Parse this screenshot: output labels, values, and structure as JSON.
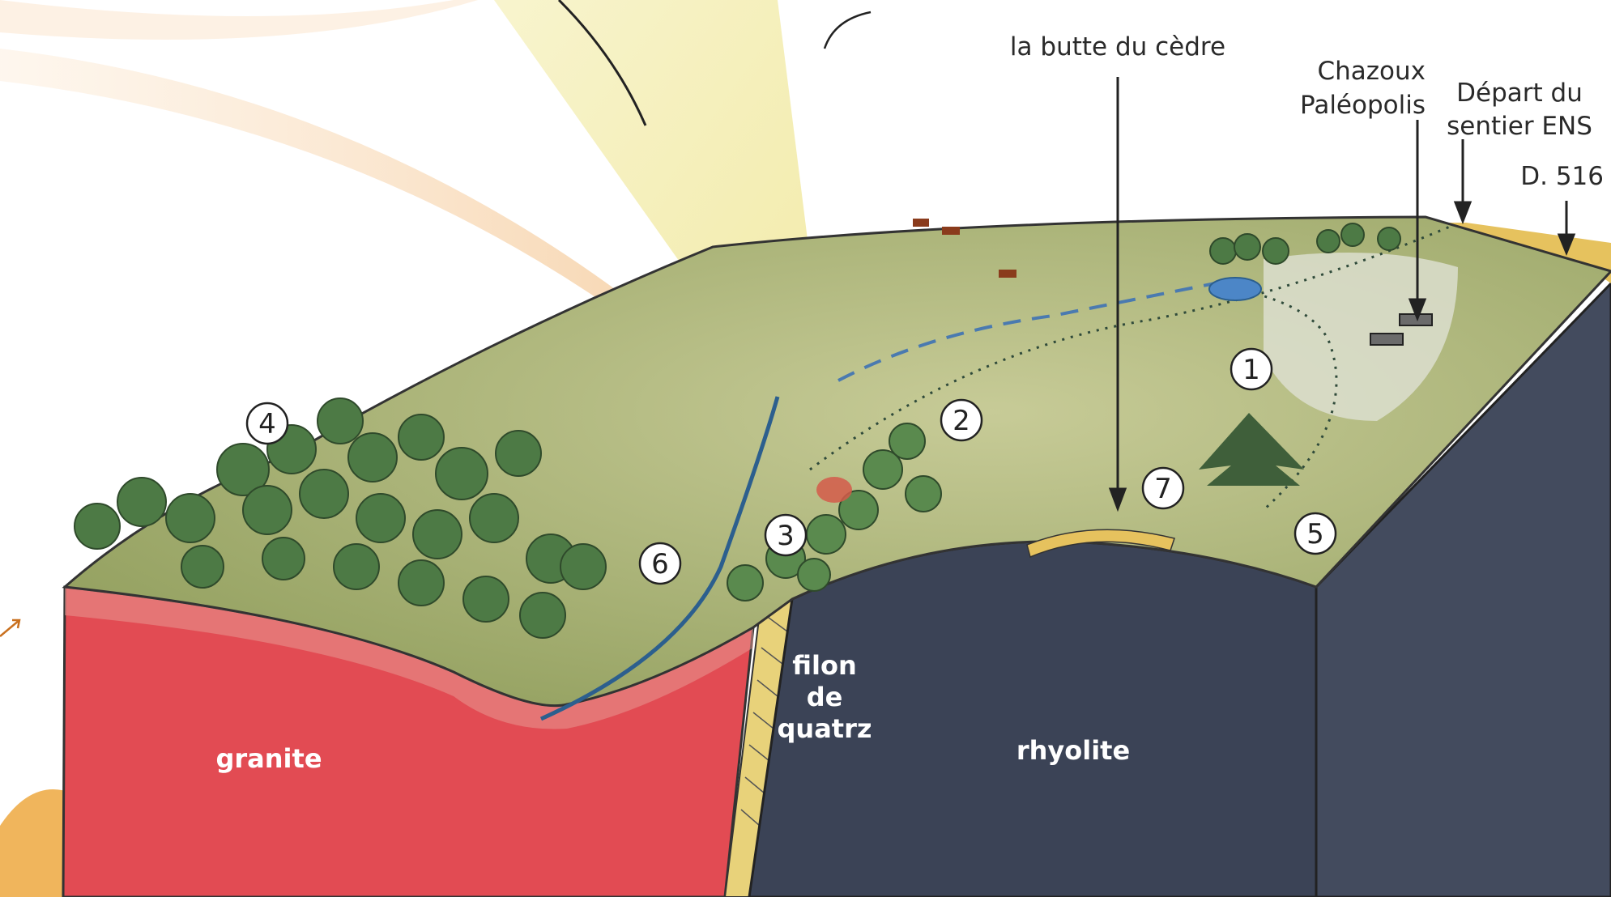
{
  "callouts": {
    "butte": "la butte du cèdre",
    "chazoux_line1": "Chazoux",
    "chazoux_line2": "Paléopolis",
    "depart_line1": "Départ du",
    "depart_line2": "sentier ENS",
    "road": "D. 516"
  },
  "rocks": {
    "granite": "granite",
    "quartz_line1": "filon",
    "quartz_line2": "de",
    "quartz_line3": "quatrz",
    "rhyolite": "rhyolite"
  },
  "markers": {
    "m1": "1",
    "m2": "2",
    "m3": "3",
    "m4": "4",
    "m5": "5",
    "m6": "6",
    "m7": "7"
  },
  "colors": {
    "granite": "#e24b53",
    "rhyolite": "#3b4356",
    "quartz": "#e8d27a",
    "meadow": "#a7b370",
    "forest": "#4d7a45",
    "sun_ray": "#f3eeb5",
    "ground_curve": "#f0b55c"
  }
}
